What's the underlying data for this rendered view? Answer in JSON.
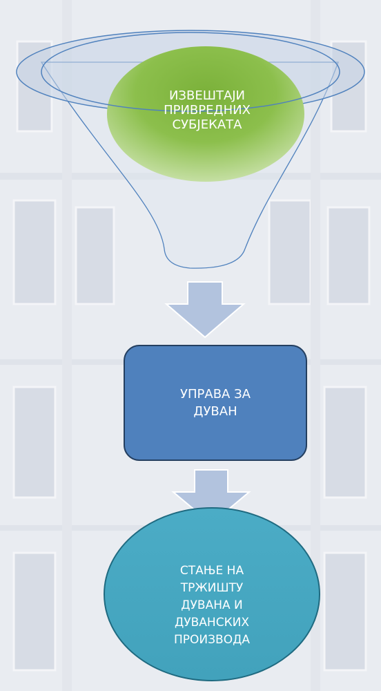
{
  "funnel": {
    "top_text": "ИЗВЕШТАЈИ\nПРИВРЕДНИХ\nСУБЈЕКАТА"
  },
  "middle_box": {
    "text": "УПРАВА ЗА\nДУВАН"
  },
  "bottom_circle": {
    "text": "СТАЊЕ НА\nТРЖИШТУ\nДУВАНА И\nДУВАНСКИХ\nПРОИЗВОДА"
  },
  "colors": {
    "green": "#8cbf4c",
    "blue_box": "#4f81bd",
    "teal": "#4bacc6",
    "arrow": "#b2c3de",
    "funnel_stroke": "#4f81bd"
  }
}
